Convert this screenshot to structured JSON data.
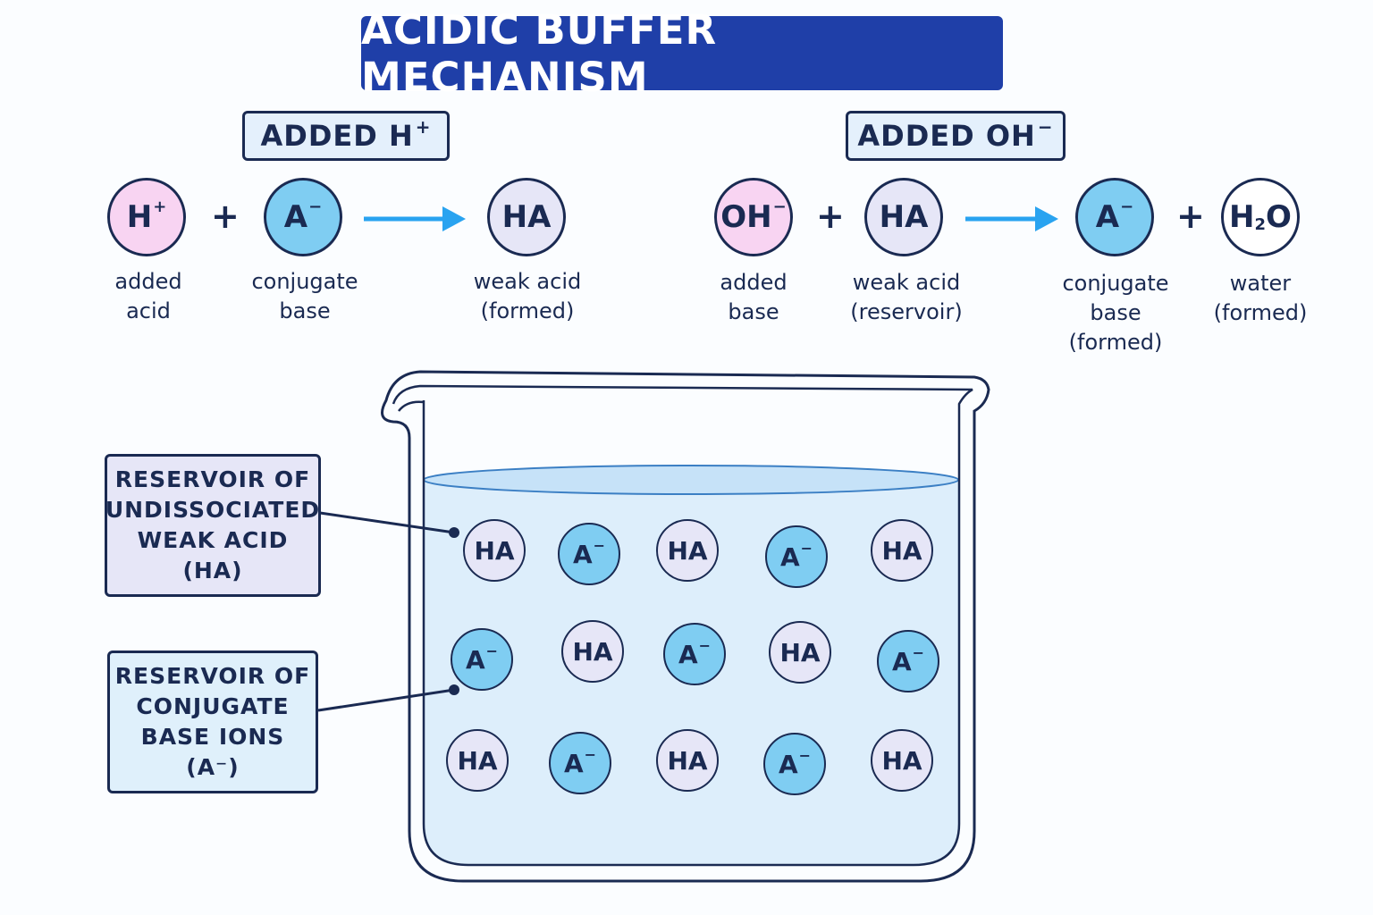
{
  "title": "ACIDIC BUFFER MECHANISM",
  "left_panel": {
    "label": "ADDED H",
    "label_sup": "+",
    "reactant1": {
      "symbol": "H",
      "charge": "+",
      "caption": "added\nacid"
    },
    "plus": "+",
    "reactant2": {
      "symbol": "A",
      "charge": "−",
      "caption": "conjugate\nbase"
    },
    "product": {
      "symbol": "HA",
      "caption": "weak acid\n(formed)"
    }
  },
  "right_panel": {
    "label": "ADDED OH",
    "label_sup": "−",
    "reactant1": {
      "symbol": "OH",
      "charge": "−",
      "caption": "added\nbase"
    },
    "plus1": "+",
    "reactant2": {
      "symbol": "HA",
      "caption": "weak acid\n(reservoir)"
    },
    "product1": {
      "symbol": "A",
      "charge": "−",
      "caption": "conjugate\nbase\n(formed)"
    },
    "plus2": "+",
    "product2": {
      "symbol_main": "H",
      "symbol_sub": "2",
      "symbol_end": "O",
      "caption": "water\n(formed)"
    }
  },
  "callouts": {
    "acid_reservoir": "RESERVOIR OF\nUNDISSOCIATED\nWEAK ACID\n(HA)",
    "base_reservoir": "RESERVOIR OF\nCONJUGATE\nBASE IONS\n(A⁻)"
  },
  "particles": {
    "ha_label": "HA",
    "a_label": "A",
    "a_charge": "−"
  },
  "colors": {
    "title_bg": "#1f3fa8",
    "added_species": "#f8d4f2",
    "conjugate_base": "#7fcdf2",
    "weak_acid": "#e6e6f7",
    "arrow": "#29a3f0",
    "liquid": "#ddeefb"
  }
}
